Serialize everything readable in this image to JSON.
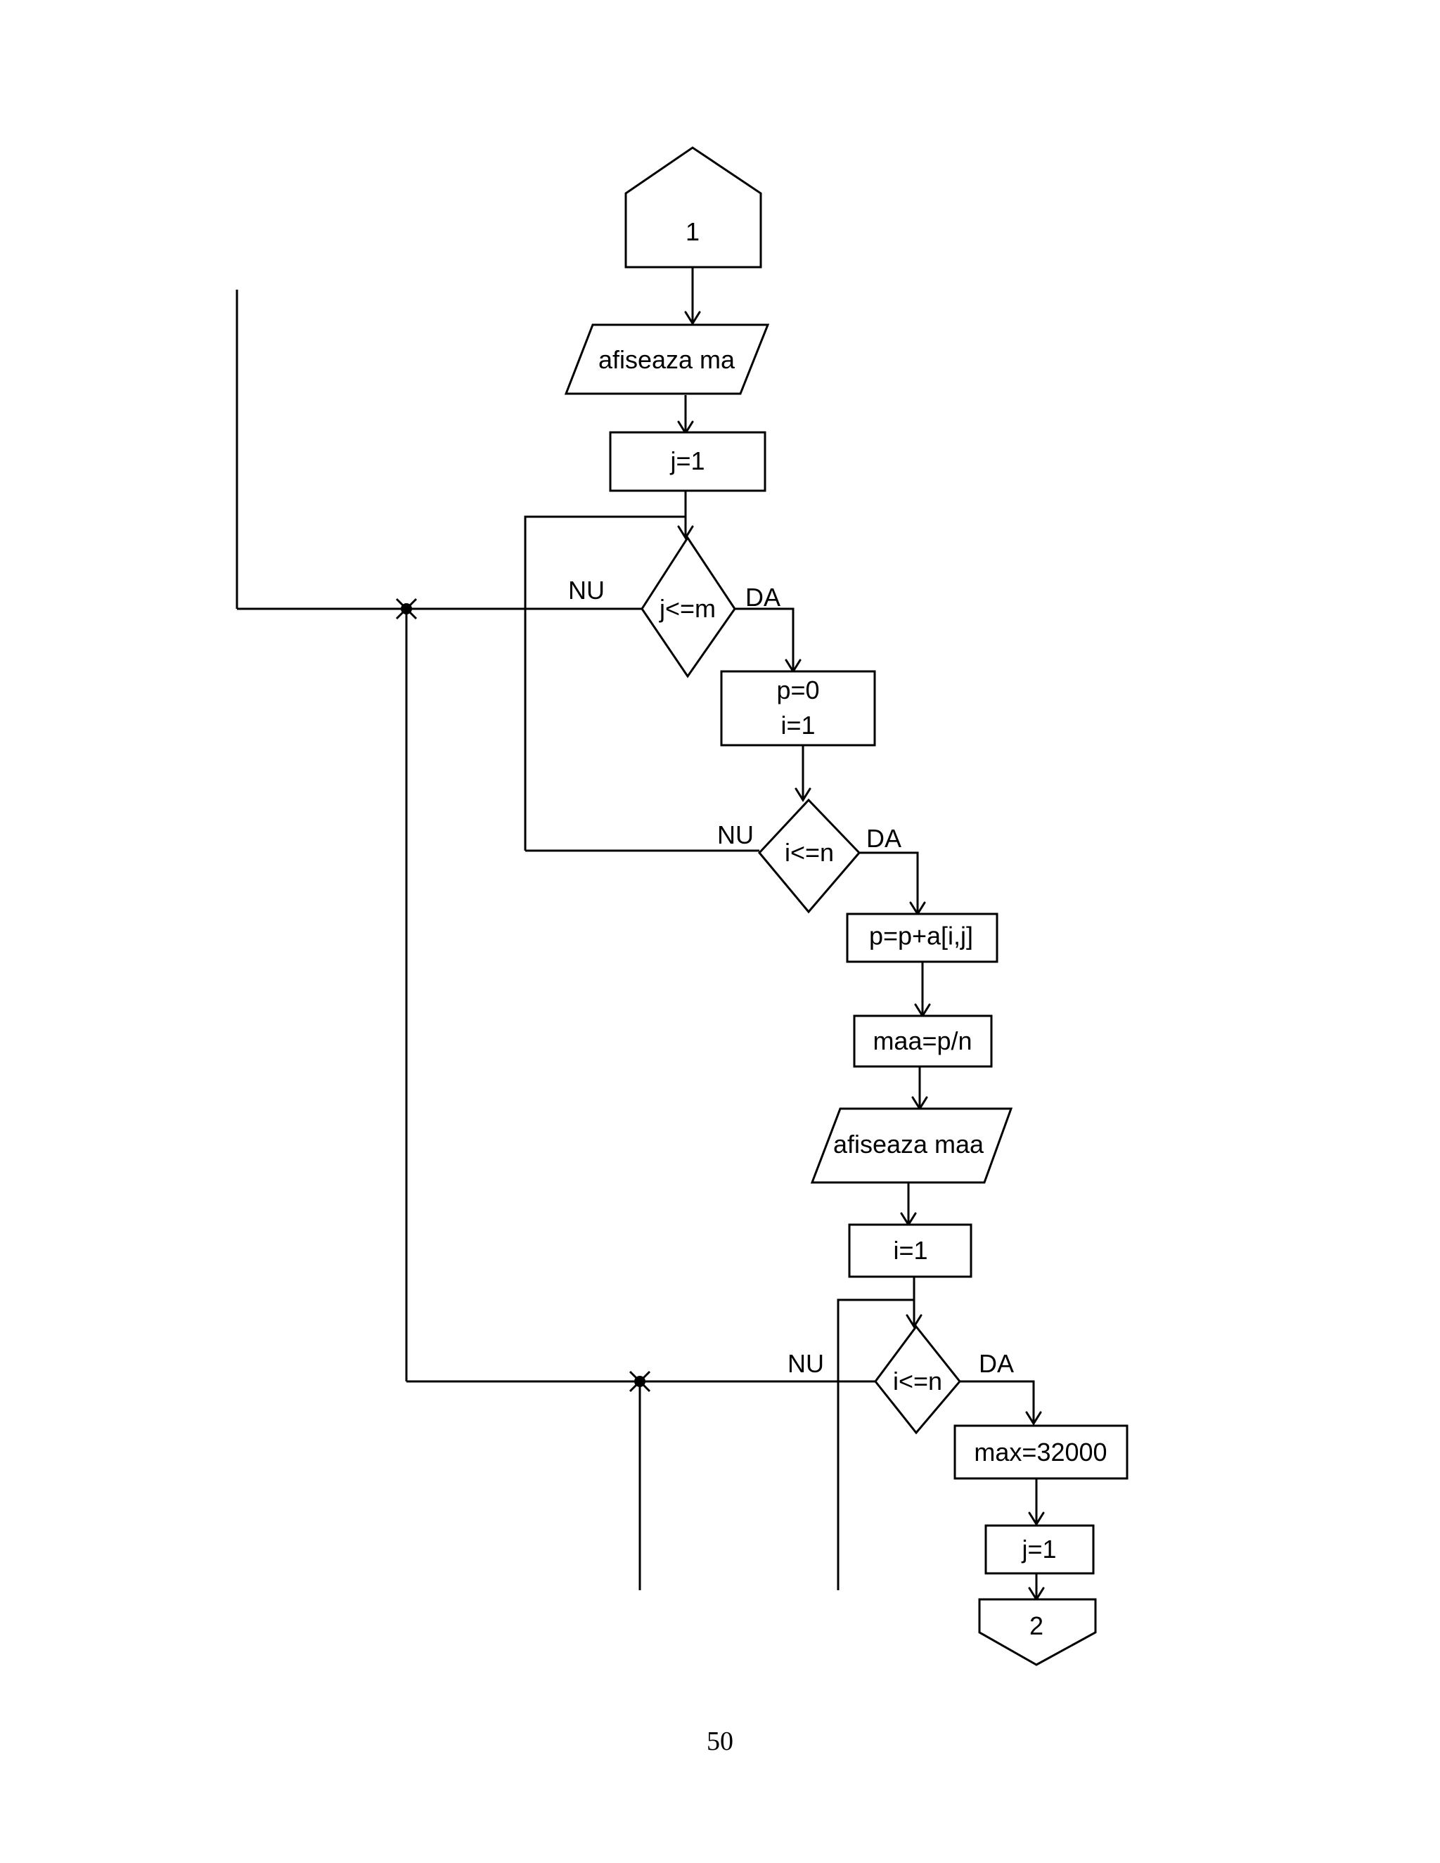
{
  "nodes": {
    "connector_in": "1",
    "print_ma": "afiseaza ma",
    "init_j": "j=1",
    "cond_j": "j<=m",
    "init_p": "p=0",
    "init_i": "i=1",
    "cond_i": "i<=n",
    "sum": "p=p+a[i,j]",
    "avg": "maa=p/n",
    "print_maa": "afiseaza maa",
    "init_i2": "i=1",
    "cond_i2": "i<=n",
    "init_max": "max=32000",
    "init_j2": "j=1",
    "connector_out": "2"
  },
  "labels": {
    "cond_j_no": "NU",
    "cond_j_yes": "DA",
    "cond_i_no": "NU",
    "cond_i_yes": "DA",
    "cond_i2_no": "NU",
    "cond_i2_yes": "DA"
  },
  "page_number": "50"
}
